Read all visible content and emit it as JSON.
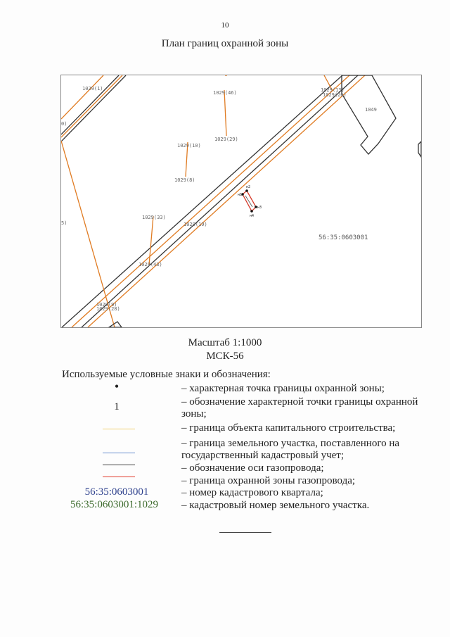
{
  "page_number": "10",
  "title": "План границ охранной зоны",
  "map": {
    "labels": [
      "1029(1)",
      "0)",
      "1029(46)",
      "1029(13)",
      "1029(26)",
      "1049",
      "1029(10)",
      "1029(29)",
      "1029(8)",
      "1029(33)",
      "1029(19)",
      "5)",
      "1029(43)",
      "1029(9)",
      "1029(28)",
      "56:35:0603001"
    ],
    "point_labels": [
      "н1",
      "н2",
      "н3",
      "н4"
    ],
    "colors": {
      "axis": "#333333",
      "parcel": "#e07b22",
      "zone": "#d63a2a"
    }
  },
  "scale": {
    "line1": "Масштаб 1:1000",
    "line2": "МСК-56"
  },
  "legend": {
    "heading": "Используемые условные знаки и обозначения:",
    "items": [
      {
        "symbol": "•",
        "text": "– характерная точка границы охранной зоны;"
      },
      {
        "symbol": "1",
        "text": "– обозначение характерной точки границы охранной зоны;"
      },
      {
        "symbol_color": "#f0d070",
        "text": "– граница объекта капитального строительства;"
      },
      {
        "symbol_color": "#6a8fd0",
        "text": "– граница земельного участка, поставленного на государственный кадастровый учет;"
      },
      {
        "symbol_color": "#444444",
        "text": "– обозначение оси газопровода;"
      },
      {
        "symbol_color": "#e03a2a",
        "text": "– граница охранной зоны газопровода;"
      },
      {
        "symbol": "56:35:0603001",
        "symbol_color": "#2c3f8c",
        "text": "– номер кадастрового квартала;"
      },
      {
        "symbol": "56:35:0603001:1029",
        "symbol_color": "#3c6a2c",
        "text": "– кадастровый номер земельного участка."
      }
    ]
  }
}
